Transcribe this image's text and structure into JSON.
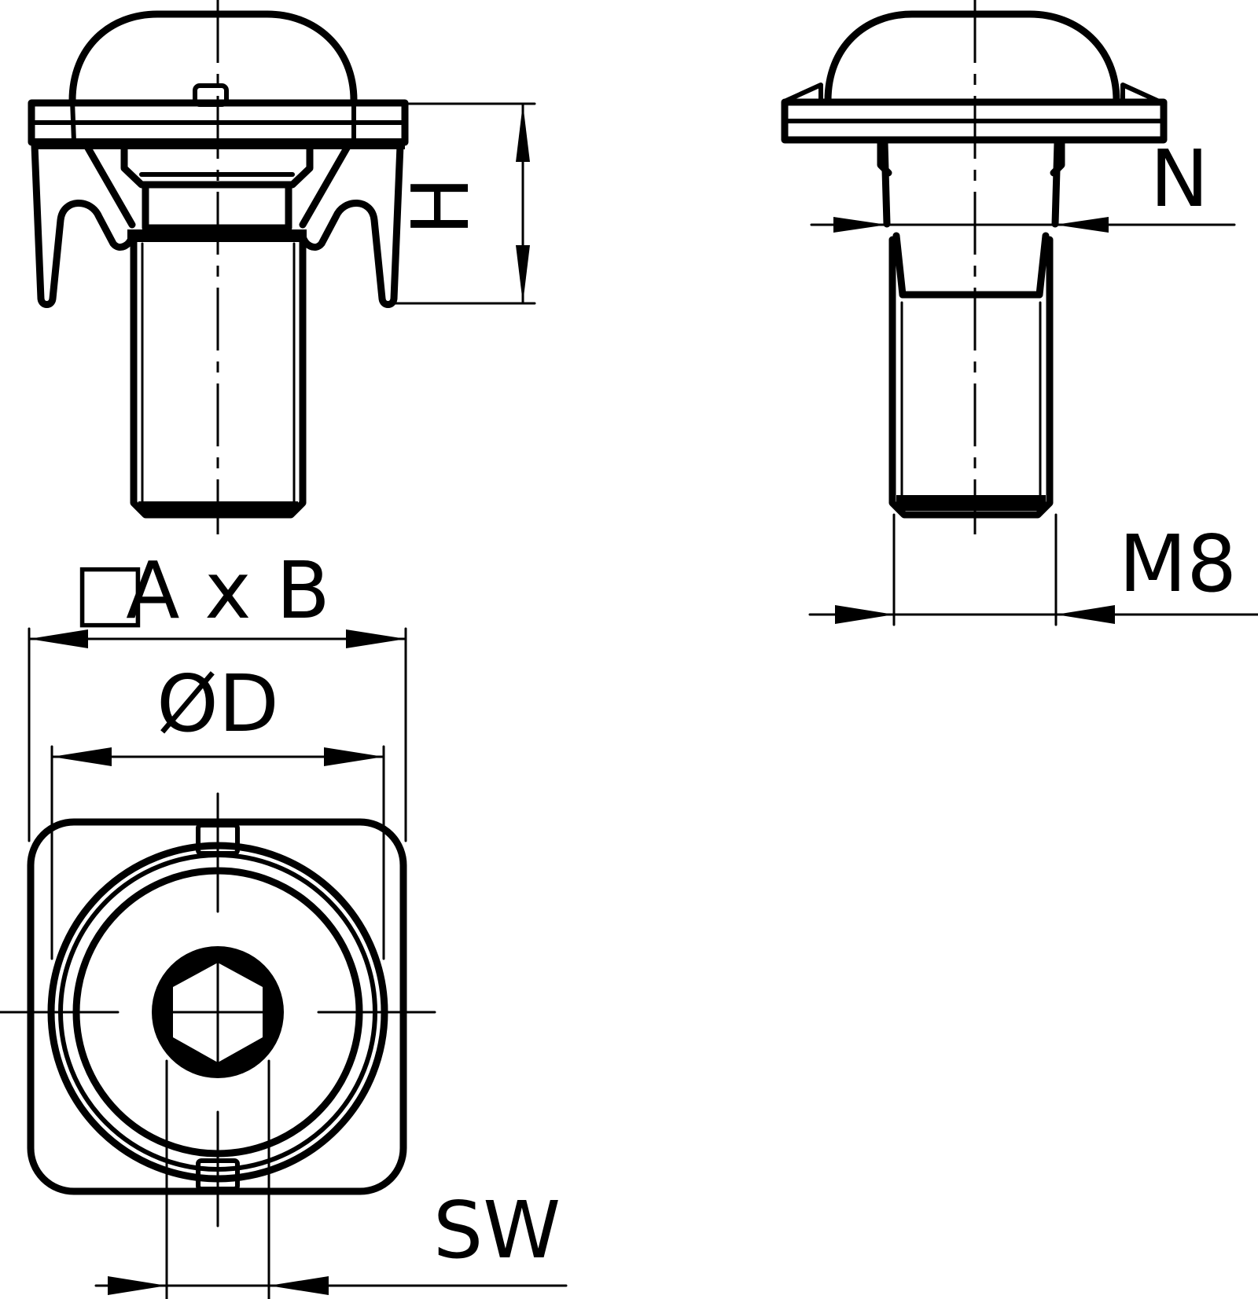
{
  "drawing": {
    "type": "technical-drawing",
    "stroke_color": "#000000",
    "background_color": "#ffffff",
    "views": [
      {
        "id": "front-view",
        "description": "Front view of screw with spring clip cage"
      },
      {
        "id": "side-view",
        "description": "Side section view of screw"
      },
      {
        "id": "top-view",
        "description": "Top view with square cage, round washer and hex socket"
      }
    ]
  },
  "labels": {
    "height": "H",
    "neck": "N",
    "thread": "M8",
    "square_prefix": "□",
    "square_size": "A x B",
    "diameter": "ØD",
    "wrench_size": "SW"
  }
}
